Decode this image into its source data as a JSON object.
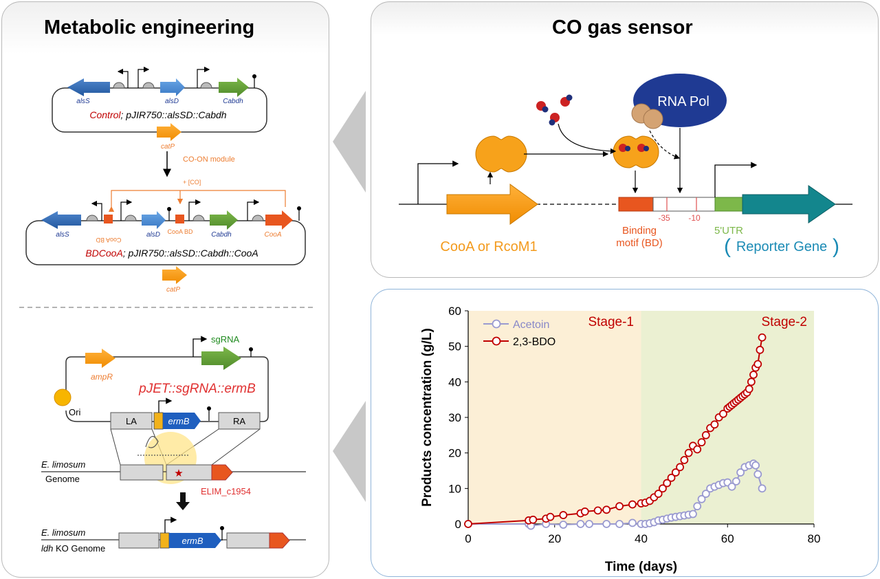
{
  "left": {
    "title": "Metabolic engineering",
    "control": {
      "name": "Control",
      "construct": "; pJIR750::alsSD::Cabdh",
      "genes": [
        "alsS",
        "alsD",
        "Cabdh"
      ],
      "marker": "catP"
    },
    "module_label": "CO-ON module",
    "co_label": "+ [CO]",
    "bdcooa": {
      "name": "BDCooA",
      "construct": "; pJIR750::alsSD::Cabdh::CooA",
      "genes": [
        "alsS",
        "CooA BD",
        "alsD",
        "CooA BD",
        "Cabdh",
        "CooA"
      ],
      "marker": "catP"
    },
    "crispr": {
      "sgrna": "sgRNA",
      "ampr": "ampR",
      "ori": "Ori",
      "plasmid": "pJET::sgRNA::ermB",
      "la": "LA",
      "ermb": "ermB",
      "ra": "RA",
      "organism": "E. limosum",
      "genome": "Genome",
      "target": "ELIM_c1954",
      "ko_prefix": "ldh",
      "ko_genome": " KO Genome"
    }
  },
  "sensor": {
    "title": "CO gas sensor",
    "rna_pol": "RNA Pol",
    "minus35": "-35",
    "minus10": "-10",
    "binding_line1": "Binding",
    "binding_line2": "motif (BD)",
    "utr": "5'UTR",
    "cooa": "CooA or RcoM1",
    "reporter": "Reporter Gene",
    "paren_open": "(",
    "paren_close": ")"
  },
  "chart": {
    "stage1": "Stage-1",
    "stage2": "Stage-2",
    "colors": {
      "stage1_bg": "#fcefd6",
      "stage2_bg": "#ebf0d2",
      "acetoin": "#9a9ad0",
      "bdo": "#c00000"
    }
  },
  "chart_data": {
    "type": "line",
    "xlabel": "Time (days)",
    "ylabel": "Products concentration (g/L)",
    "xlim": [
      0,
      80
    ],
    "ylim": [
      0,
      60
    ],
    "xticks": [
      0,
      20,
      40,
      60,
      80
    ],
    "yticks": [
      0,
      10,
      20,
      30,
      40,
      50,
      60
    ],
    "legend_position": "top-left",
    "series": [
      {
        "name": "Acetoin",
        "x": [
          0,
          14,
          14.5,
          18,
          22,
          26,
          28,
          32,
          35,
          38,
          40,
          41,
          42,
          43,
          44,
          45,
          46,
          47,
          48,
          49,
          50,
          51,
          52,
          53,
          54,
          55,
          56,
          57,
          58,
          59,
          60,
          61,
          62,
          63,
          64,
          65,
          66,
          66.5,
          67,
          68
        ],
        "y": [
          0,
          0,
          -0.5,
          0,
          -0.2,
          0,
          0,
          0,
          0,
          0.3,
          0,
          0,
          0.2,
          0.5,
          1,
          1.2,
          1.5,
          1.8,
          2,
          2.2,
          2.4,
          2.6,
          2.8,
          5,
          7,
          8.5,
          10,
          10.5,
          11,
          11.5,
          11.7,
          10.5,
          12,
          14.5,
          16,
          16.5,
          17,
          16.5,
          14,
          10
        ]
      },
      {
        "name": "2,3-BDO",
        "x": [
          0,
          14,
          15,
          18,
          19,
          22,
          26,
          27,
          30,
          32,
          35,
          38,
          40,
          41,
          42,
          43,
          44,
          45,
          46,
          47,
          48,
          49,
          50,
          51,
          52,
          53,
          54,
          55,
          56,
          57,
          58,
          59,
          60,
          60.5,
          61,
          61.5,
          62,
          62.5,
          63,
          63.5,
          64,
          64.5,
          65,
          65.5,
          66,
          66.5,
          67,
          67.5,
          68
        ],
        "y": [
          0,
          1,
          1.2,
          1.5,
          2,
          2.5,
          3,
          3.5,
          3.8,
          4,
          5,
          5.5,
          5.8,
          6,
          6.5,
          7.5,
          8.5,
          10,
          11.5,
          13,
          14.5,
          16,
          18,
          20,
          22,
          21,
          23,
          25,
          27,
          28,
          30,
          31,
          32.5,
          33,
          33.5,
          34,
          34.5,
          35,
          35.5,
          36,
          36.5,
          37,
          38,
          40,
          42,
          44,
          45,
          49,
          52.5
        ]
      }
    ]
  }
}
